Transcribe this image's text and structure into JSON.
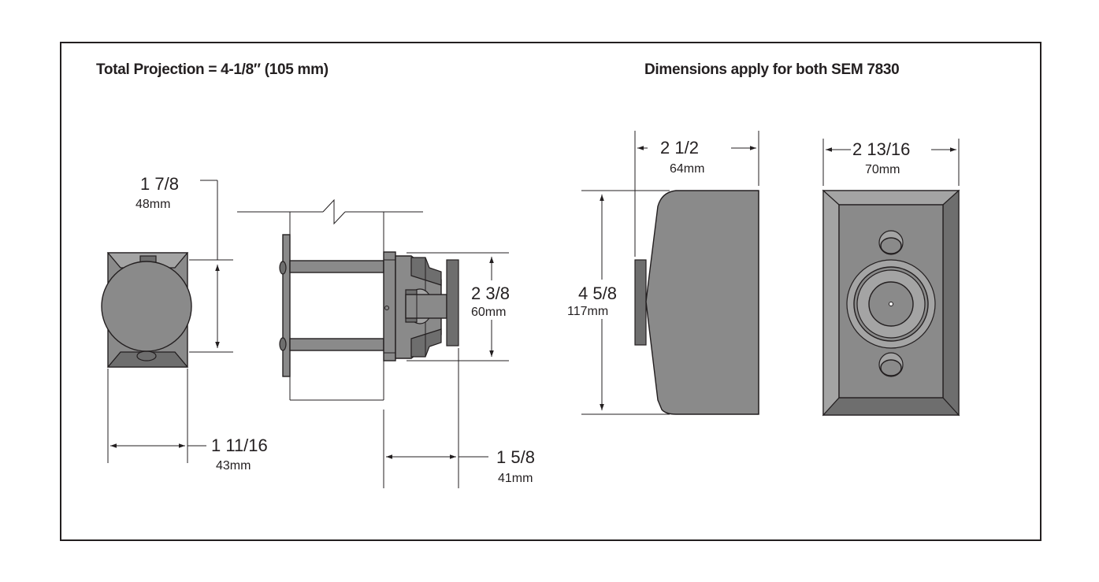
{
  "headings": {
    "left": "Total Projection = 4-1/8″ (105 mm)",
    "right": "Dimensions apply for both SEM 7830"
  },
  "dimensions": {
    "front_height": {
      "imperial": "1 7/8",
      "metric": "48mm"
    },
    "front_width": {
      "imperial": "1 11/16",
      "metric": "43mm"
    },
    "side_plunger_height": {
      "imperial": "2 3/8",
      "metric": "60mm"
    },
    "side_plunger_depth": {
      "imperial": "1 5/8",
      "metric": "41mm"
    },
    "housing_depth": {
      "imperial": "2 1/2",
      "metric": "64mm"
    },
    "housing_height": {
      "imperial": "4 5/8",
      "metric": "117mm"
    },
    "faceplate_width": {
      "imperial": "2 13/16",
      "metric": "70mm"
    }
  },
  "colors": {
    "line": "#231f20",
    "body": "#8a8a8a",
    "dark": "#6e6e6e",
    "light": "#a4a4a4"
  }
}
